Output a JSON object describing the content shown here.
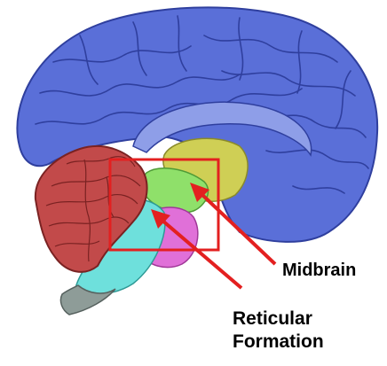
{
  "labels": {
    "midbrain": "Midbrain",
    "reticular_line1": "Reticular",
    "reticular_line2": "Formation"
  },
  "colors": {
    "cerebrum": "#5a6fd8",
    "cerebrum_dark": "#2f3f9e",
    "cerebellum": "#c24a4a",
    "cerebellum_dark": "#7a2222",
    "thalamus": "#cfcf55",
    "midbrain": "#8fe06a",
    "pons": "#e070d8",
    "medulla": "#6ee0dc",
    "spinal_cord": "#8e9c98",
    "highlight_box": "#e32020",
    "arrow": "#e32020",
    "label_text": "#000000"
  }
}
